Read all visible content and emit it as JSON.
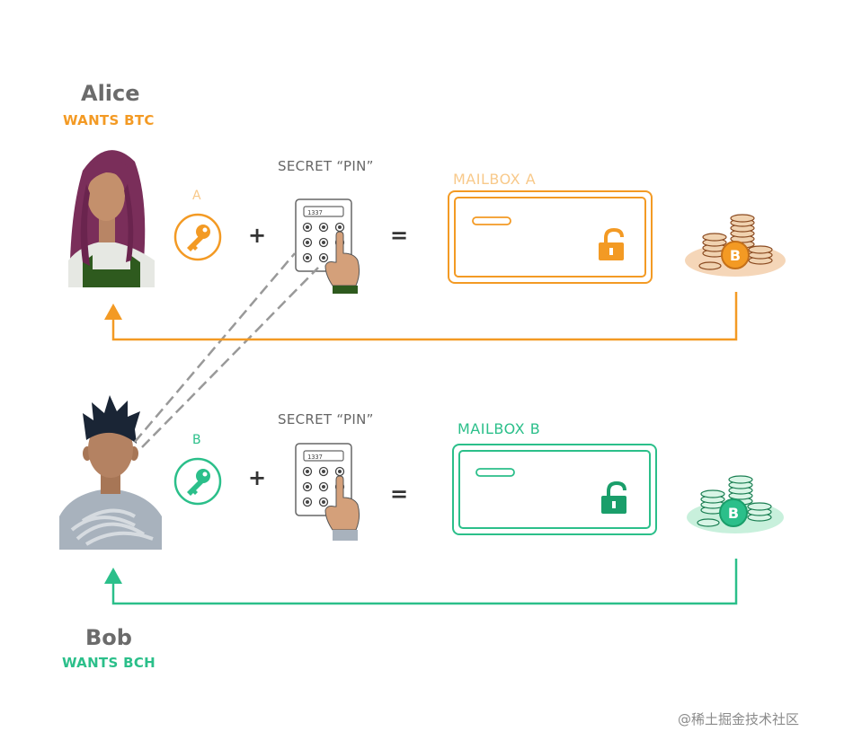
{
  "alice": {
    "name": "Alice",
    "wants": "WANTS BTC"
  },
  "bob": {
    "name": "Bob",
    "wants": "WANTS BCH"
  },
  "row_a": {
    "key_label": "A",
    "secret_label": "SECRET “PIN”",
    "pin_display": "1337",
    "plus": "+",
    "equals": "=",
    "mailbox_label": "MAILBOX A",
    "coin_symbol": "B"
  },
  "row_b": {
    "key_label": "B",
    "secret_label": "SECRET “PIN”",
    "pin_display": "1337",
    "plus": "+",
    "equals": "=",
    "mailbox_label": "MAILBOX B",
    "coin_symbol": "B"
  },
  "watermark": "@稀土掘金技术社区",
  "colors": {
    "orange": "#f39a24",
    "orange_light": "#f8c98a",
    "green": "#2bbf8a",
    "green_dark": "#1a9e6a",
    "text_gray": "#6b6b6b"
  },
  "icons": {
    "alice": "woman-avatar-icon",
    "bob": "man-avatar-icon",
    "key": "key-icon",
    "keypad": "keypad-icon",
    "lock": "unlocked-padlock-icon",
    "coins": "bitcoin-coins-icon"
  }
}
